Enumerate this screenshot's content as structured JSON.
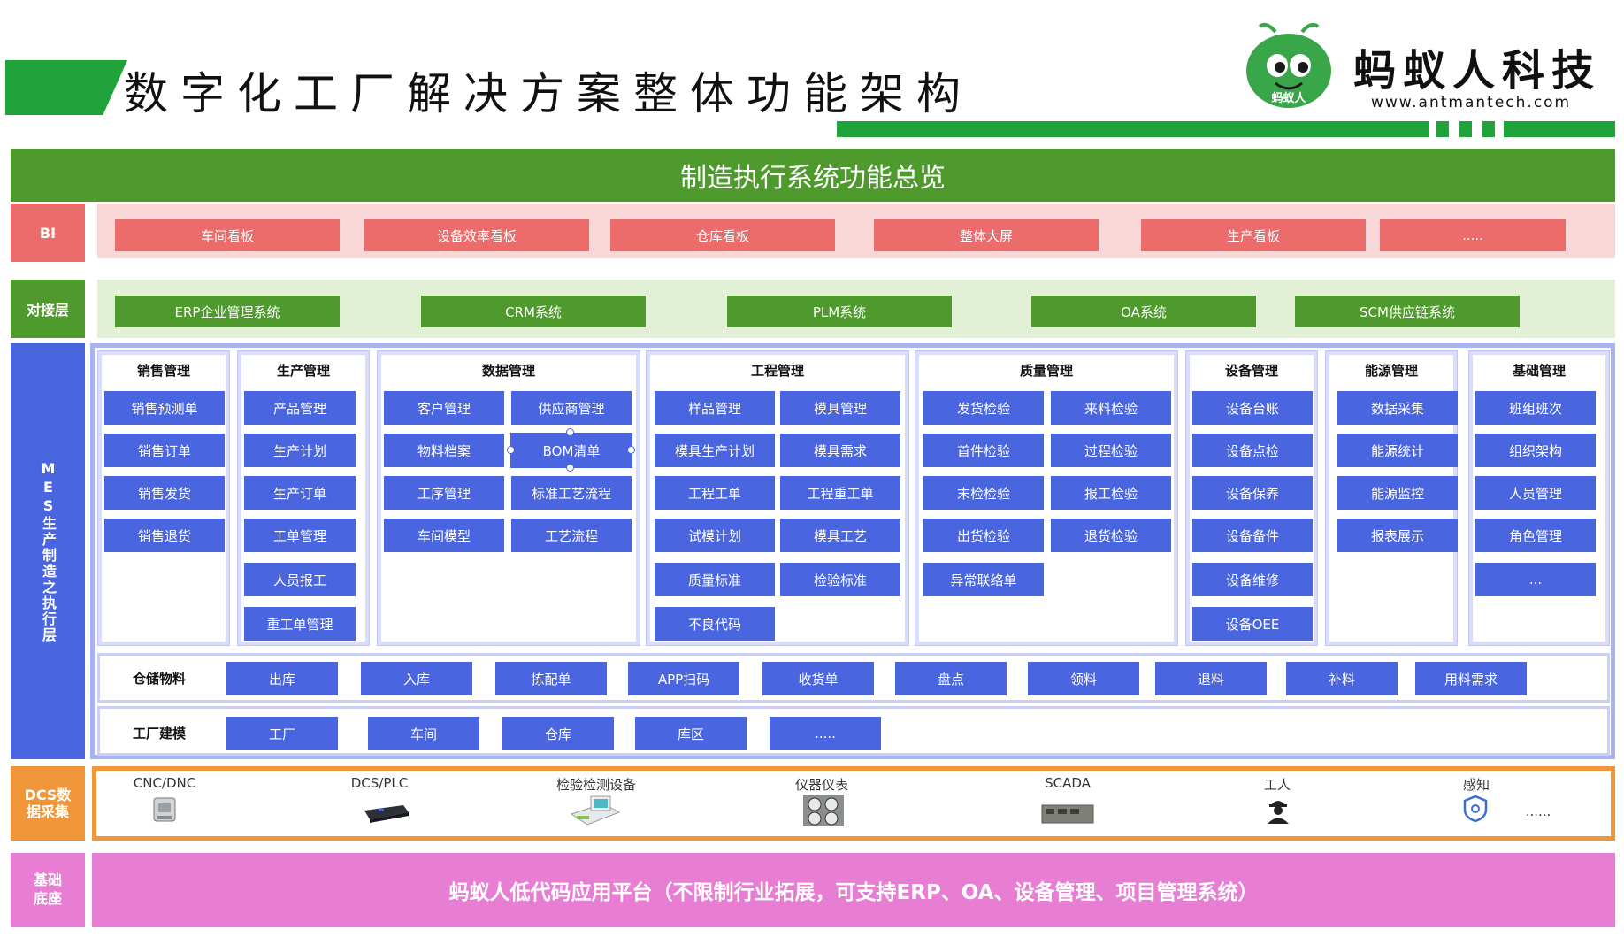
{
  "header": {
    "title": "数字化工厂解决方案整体功能架构",
    "brand": "蚂蚁人科技",
    "url": "www.antmantech.com",
    "logo_text": "蚂蚁人",
    "accent_color": "#1fa33a"
  },
  "banner": "制造执行系统功能总览",
  "bi": {
    "label": "BI",
    "items": [
      "车间看板",
      "设备效率看板",
      "仓库看板",
      "整体大屏",
      "生产看板",
      "....."
    ]
  },
  "interface": {
    "label": "对接层",
    "items": [
      "ERP企业管理系统",
      "CRM系统",
      "PLM系统",
      "OA系统",
      "SCM供应链系统"
    ]
  },
  "mes": {
    "label": "MES生产制造之执行层",
    "columns": [
      {
        "title": "销售管理",
        "items": [
          "销售预测单",
          "销售订单",
          "销售发货",
          "销售退货"
        ]
      },
      {
        "title": "生产管理",
        "items": [
          "产品管理",
          "生产计划",
          "生产订单",
          "工单管理",
          "人员报工",
          "重工单管理"
        ]
      },
      {
        "title": "数据管理",
        "items": [
          "客户管理",
          "供应商管理",
          "物料档案",
          "BOM清单",
          "工序管理",
          "标准工艺流程",
          "车间模型",
          "工艺流程"
        ]
      },
      {
        "title": "工程管理",
        "items": [
          "样品管理",
          "模具管理",
          "模具生产计划",
          "模具需求",
          "工程工单",
          "工程重工单",
          "试模计划",
          "模具工艺",
          "质量标准",
          "检验标准",
          "不良代码"
        ]
      },
      {
        "title": "质量管理",
        "items": [
          "发货检验",
          "来料检验",
          "首件检验",
          "过程检验",
          "末检检验",
          "报工检验",
          "出货检验",
          "退货检验",
          "异常联络单"
        ]
      },
      {
        "title": "设备管理",
        "items": [
          "设备台账",
          "设备点检",
          "设备保养",
          "设备备件",
          "设备维修",
          "设备OEE"
        ]
      },
      {
        "title": "能源管理",
        "items": [
          "数据采集",
          "能源统计",
          "能源监控",
          "报表展示"
        ]
      },
      {
        "title": "基础管理",
        "items": [
          "班组班次",
          "组织架构",
          "人员管理",
          "角色管理",
          "..."
        ]
      }
    ],
    "warehouse": {
      "label": "仓储物料",
      "items": [
        "出库",
        "入库",
        "拣配单",
        "APP扫码",
        "收货单",
        "盘点",
        "领料",
        "退料",
        "补料",
        "用料需求"
      ]
    },
    "factory": {
      "label": "工厂建模",
      "items": [
        "工厂",
        "车间",
        "仓库",
        "库区",
        "....."
      ]
    }
  },
  "dcs": {
    "label": "DCS数据采集",
    "devices": [
      "CNC/DNC",
      "DCS/PLC",
      "检验检测设备",
      "仪器仪表",
      "SCADA",
      "工人",
      "感知"
    ],
    "more": "......"
  },
  "base": {
    "label": "基础底座",
    "text": "蚂蚁人低代码应用平台（不限制行业拓展，可支持ERP、OA、设备管理、项目管理系统）"
  },
  "colors": {
    "bi_side": "#ec6b6b",
    "interface_side": "#4f9a2d",
    "mes_side": "#4a65e0",
    "dcs_side": "#f0963a",
    "base_side": "#e87ed3"
  }
}
